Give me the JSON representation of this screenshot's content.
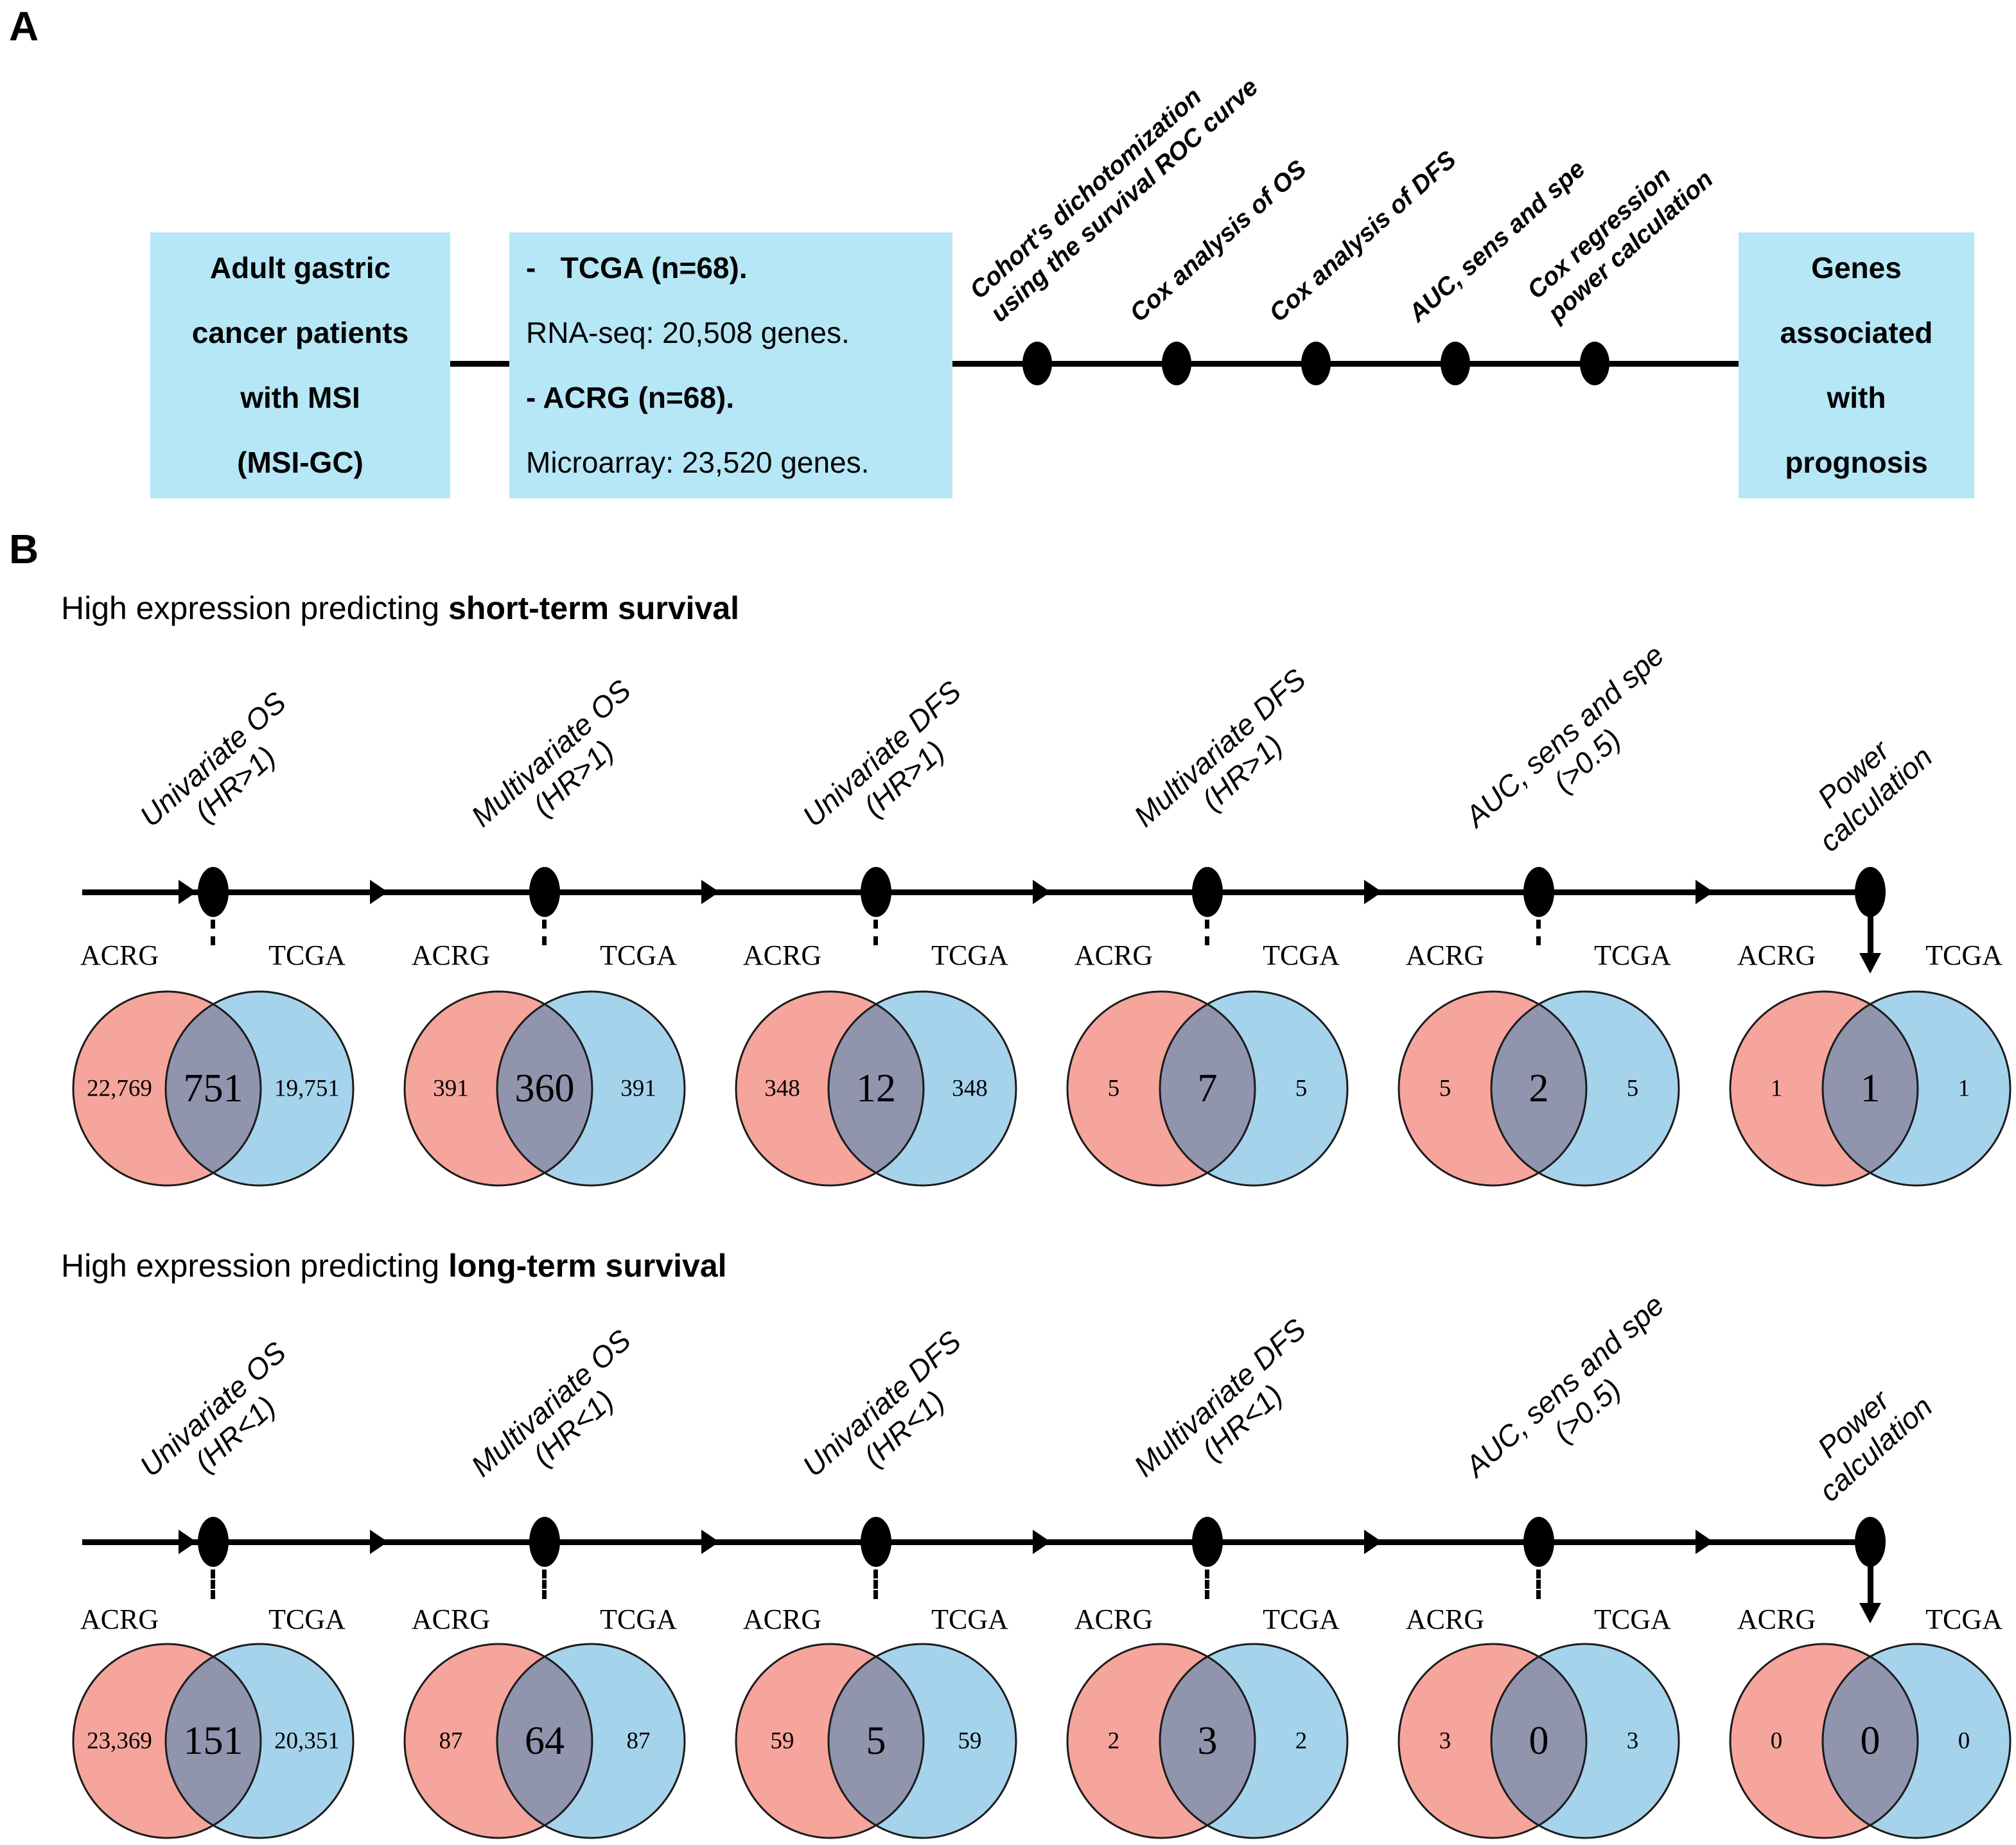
{
  "colors": {
    "box_bg": "#b6e7f7",
    "acrg_fill": "#f6a59c",
    "tcga_fill": "#a6d3ec",
    "overlap_fill": "#9094ad",
    "stroke": "#1b1b1b",
    "line_color": "#000000"
  },
  "panel_a": {
    "label": "A",
    "box_patients": {
      "lines": [
        "Adult gastric",
        "cancer patients",
        "with MSI",
        "(MSI-GC)"
      ]
    },
    "box_cohorts": {
      "lines": [
        "-   TCGA (n=68).",
        "RNA-seq: 20,508 genes.",
        "- ACRG (n=68).",
        "Microarray: 23,520 genes."
      ]
    },
    "box_outcome": {
      "lines": [
        "Genes",
        "associated",
        "with",
        "prognosis"
      ]
    },
    "steps": [
      "Cohort's dichotomization\nusing the survival ROC curve",
      "Cox analysis of OS",
      "Cox analysis of DFS",
      "AUC, sens and spe",
      "Cox regression\npower calculation"
    ]
  },
  "panel_b": {
    "label": "B",
    "venn_labels": [
      "ACRG",
      "TCGA"
    ],
    "rows": [
      {
        "title_prefix": "High expression predicting ",
        "title_bold": "short-term survival",
        "steps": [
          "Univariate OS\n(HR>1)",
          "Multivariate OS\n(HR>1)",
          "Univariate DFS\n(HR>1)",
          "Multivariate DFS\n(HR>1)",
          "AUC, sens and spe\n(>0.5)",
          "Power\ncalculation"
        ],
        "venns": [
          {
            "left": "22,769",
            "center": "751",
            "right": "19,751"
          },
          {
            "left": "391",
            "center": "360",
            "right": "391"
          },
          {
            "left": "348",
            "center": "12",
            "right": "348"
          },
          {
            "left": "5",
            "center": "7",
            "right": "5"
          },
          {
            "left": "5",
            "center": "2",
            "right": "5"
          },
          {
            "left": "1",
            "center": "1",
            "right": "1"
          }
        ]
      },
      {
        "title_prefix": "High expression predicting ",
        "title_bold": "long-term survival",
        "steps": [
          "Univariate OS\n(HR<1)",
          "Multivariate OS\n(HR<1)",
          "Univariate DFS\n(HR<1)",
          "Multivariate DFS\n(HR<1)",
          "AUC, sens and spe\n(>0.5)",
          "Power\ncalculation"
        ],
        "venns": [
          {
            "left": "23,369",
            "center": "151",
            "right": "20,351"
          },
          {
            "left": "87",
            "center": "64",
            "right": "87"
          },
          {
            "left": "59",
            "center": "5",
            "right": "59"
          },
          {
            "left": "2",
            "center": "3",
            "right": "2"
          },
          {
            "left": "3",
            "center": "0",
            "right": "3"
          },
          {
            "left": "0",
            "center": "0",
            "right": "0"
          }
        ]
      }
    ]
  }
}
